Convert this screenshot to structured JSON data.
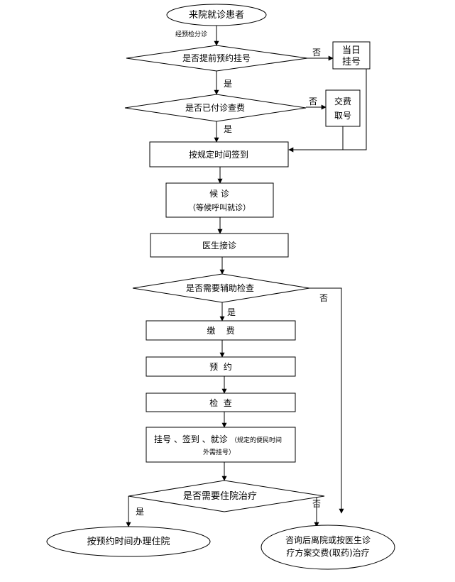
{
  "nodes": {
    "start": "来院就诊患者",
    "q_appointment": "是否提前预约挂号",
    "same_day_line1": "当日",
    "same_day_line2": "挂号",
    "q_paid": "是否已付诊查费",
    "pay_line1": "交费",
    "pay_line2": "取号",
    "checkin": "按规定时间签到",
    "wait_line1": "候  诊",
    "wait_line2": "（等候呼叫就诊）",
    "doctor": "医生接诊",
    "q_aux": "是否需要辅助检查",
    "payment": "缴    费",
    "booking": "预  约",
    "exam": "检  查",
    "register_main": "挂号 、签到 、就诊",
    "register_note1": "（规定的便民时间",
    "register_note2": "外需挂号）",
    "q_inpatient": "是否需要住院治疗",
    "end_admit": "按预约时间办理住院",
    "end_consult_line1": "咨询后离院或按医生诊",
    "end_consult_line2": "疗方案交费(取药)治疗"
  },
  "labels": {
    "pre_triage": "经预检分诊",
    "yes": "是",
    "no": "否"
  }
}
